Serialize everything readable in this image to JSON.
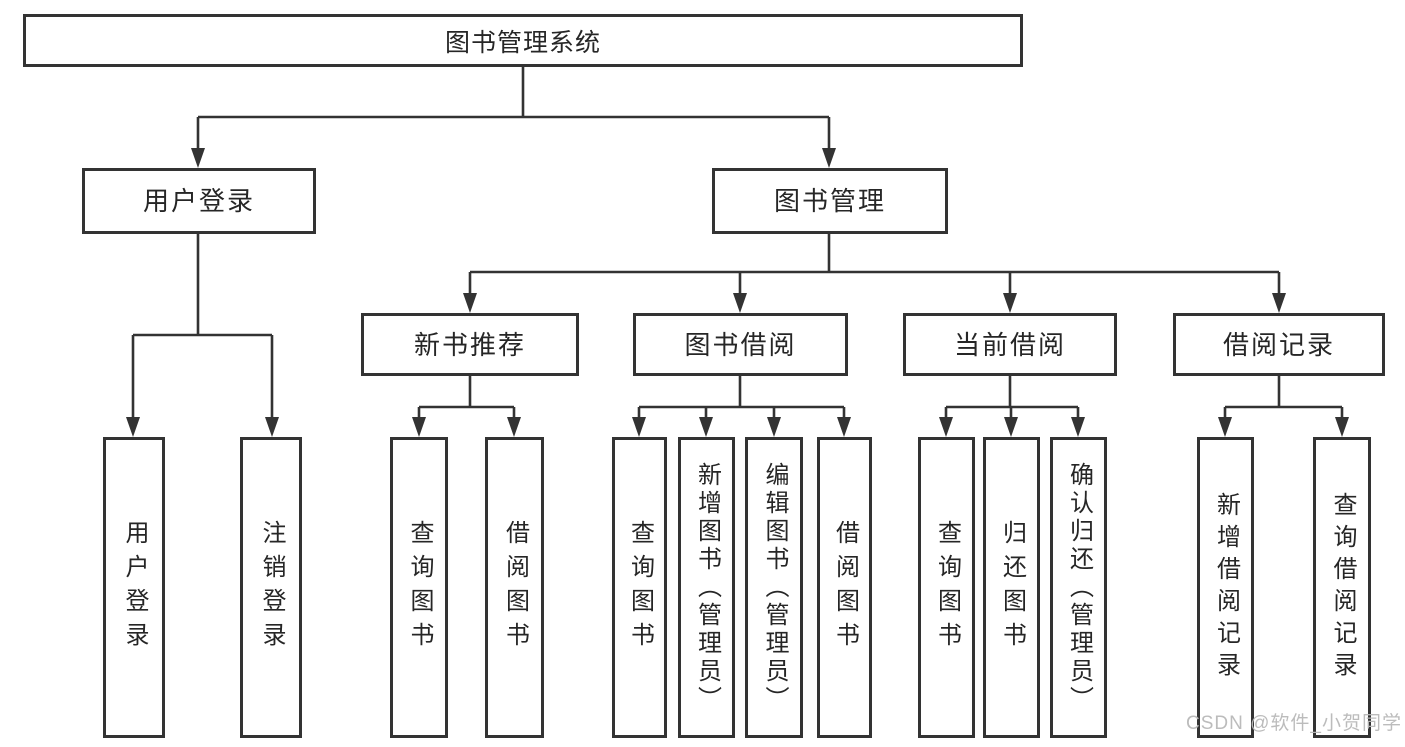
{
  "diagram": {
    "type": "hierarchy-tree",
    "orientation": "top-down",
    "tree": {
      "root": {
        "label": "图书管理系统"
      },
      "branches": [
        {
          "label": "用户登录",
          "children": [
            {
              "label": "用户登录"
            },
            {
              "label": "注销登录"
            }
          ]
        },
        {
          "label": "图书管理",
          "children": [
            {
              "label": "新书推荐",
              "children": [
                {
                  "label": "查询图书"
                },
                {
                  "label": "借阅图书"
                }
              ]
            },
            {
              "label": "图书借阅",
              "children": [
                {
                  "label": "查询图书"
                },
                {
                  "label": "新增图书（管理员）"
                },
                {
                  "label": "编辑图书（管理员）"
                },
                {
                  "label": "借阅图书"
                }
              ]
            },
            {
              "label": "当前借阅",
              "children": [
                {
                  "label": "查询图书"
                },
                {
                  "label": "归还图书"
                },
                {
                  "label": "确认归还（管理员）"
                }
              ]
            },
            {
              "label": "借阅记录",
              "children": [
                {
                  "label": "新增借阅记录"
                },
                {
                  "label": "查询借阅记录"
                }
              ]
            }
          ]
        }
      ]
    },
    "colors": {
      "line": "#333333",
      "box_border": "#333333",
      "box_fill": "#ffffff",
      "text": "#262626",
      "background": "#ffffff",
      "watermark_text_color": "#b8b8b8"
    }
  },
  "watermark": {
    "text": "CSDN @软件_小贺同学"
  }
}
